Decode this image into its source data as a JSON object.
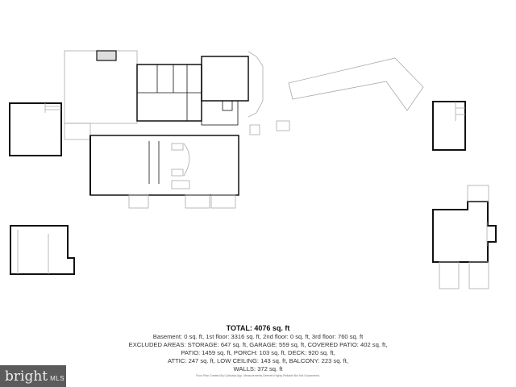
{
  "summary": {
    "total": "TOTAL: 4076 sq. ft",
    "floors": "Basement: 0 sq. ft, 1st floor: 3316 sq. ft, 2nd floor: 0 sq. ft, 3rd floor: 760 sq. ft",
    "excluded_1": "EXCLUDED AREAS: STORAGE: 647 sq. ft, GARAGE: 559 sq. ft, COVERED PATIO: 402 sq. ft,",
    "excluded_2": "PATIO: 1459 sq. ft, PORCH: 103 sq. ft, DECK: 920 sq. ft,",
    "excluded_3": "ATTIC: 247 sq. ft, LOW CEILING: 143 sq. ft, BALCONY: 223 sq. ft,",
    "excluded_4": "WALLS: 372 sq. ft",
    "credit": "Floor Plan Created By Cubicasa App. Measurements Deemed Highly Reliable But Not Guaranteed."
  },
  "logo": {
    "brand": "bright",
    "suffix": "MLS",
    "background": "#5b5b5b"
  },
  "colors": {
    "wall": "#111111",
    "outline": "#aaaaaa"
  }
}
